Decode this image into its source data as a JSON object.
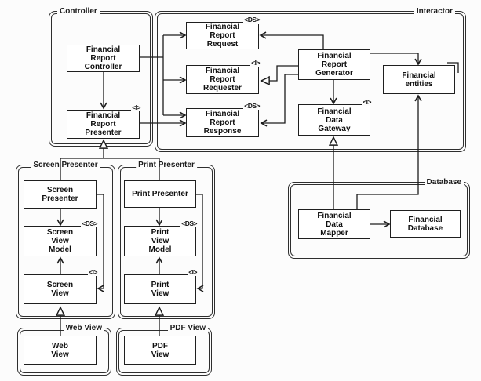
{
  "groups": {
    "controller": {
      "label": "Controller"
    },
    "interactor": {
      "label": "Interactor"
    },
    "screen_presenter": {
      "label": "Screen Presenter"
    },
    "print_presenter": {
      "label": "Print Presenter"
    },
    "web_view": {
      "label": "Web View"
    },
    "pdf_view": {
      "label": "PDF View"
    },
    "database": {
      "label": "Database"
    }
  },
  "boxes": {
    "frc": {
      "label": "Financial\nReport\nController"
    },
    "frp": {
      "label": "Financial\nReport\nPresenter",
      "stereotype": "<I>"
    },
    "freq": {
      "label": "Financial\nReport\nRequest",
      "stereotype": "<DS>"
    },
    "frqr": {
      "label": "Financial\nReport\nRequester",
      "stereotype": "<I>"
    },
    "frrs": {
      "label": "Financial\nReport\nResponse",
      "stereotype": "<DS>"
    },
    "frg": {
      "label": "Financial\nReport\nGenerator"
    },
    "fe": {
      "label": "Financial\nentities"
    },
    "fdg": {
      "label": "Financial\nData\nGateway",
      "stereotype": "<I>"
    },
    "fdm": {
      "label": "Financial\nData\nMapper"
    },
    "fdb": {
      "label": "Financial\nDatabase"
    },
    "sp": {
      "label": "Screen\nPresenter"
    },
    "svm": {
      "label": "Screen\nView\nModel",
      "stereotype": "<DS>"
    },
    "sv": {
      "label": "Screen\nView",
      "stereotype": "<I>"
    },
    "pp": {
      "label": "Print Presenter"
    },
    "pvm": {
      "label": "Print\nView\nModel",
      "stereotype": "<DS>"
    },
    "pv": {
      "label": "Print\nView",
      "stereotype": "<I>"
    },
    "wv": {
      "label": "Web\nView"
    },
    "pdv": {
      "label": "PDF\nView"
    }
  },
  "edges": [
    {
      "from": "financial-report-controller",
      "to": "financial-report-presenter",
      "type": "arrow"
    },
    {
      "from": "financial-report-controller",
      "to": "financial-report-request",
      "type": "arrow"
    },
    {
      "from": "financial-report-controller",
      "to": "financial-report-requester",
      "type": "arrow"
    },
    {
      "from": "financial-report-controller",
      "to": "financial-report-response",
      "type": "arrow"
    },
    {
      "from": "financial-report-presenter",
      "to": "financial-report-response",
      "type": "arrow"
    },
    {
      "from": "financial-report-generator",
      "to": "financial-report-request",
      "type": "arrow"
    },
    {
      "from": "financial-report-generator",
      "to": "financial-report-requester",
      "type": "realizes"
    },
    {
      "from": "financial-report-generator",
      "to": "financial-report-response",
      "type": "arrow"
    },
    {
      "from": "financial-report-generator",
      "to": "financial-entities",
      "type": "arrow"
    },
    {
      "from": "financial-report-generator",
      "to": "financial-data-gateway",
      "type": "arrow"
    },
    {
      "from": "financial-data-mapper",
      "to": "financial-data-gateway",
      "type": "realizes"
    },
    {
      "from": "financial-data-mapper",
      "to": "financial-entities",
      "type": "arrow"
    },
    {
      "from": "financial-data-mapper",
      "to": "financial-database",
      "type": "arrow"
    },
    {
      "from": "screen-presenter",
      "to": "financial-report-presenter",
      "type": "realizes"
    },
    {
      "from": "print-presenter",
      "to": "financial-report-presenter",
      "type": "realizes"
    },
    {
      "from": "screen-presenter",
      "to": "screen-view-model",
      "type": "arrow"
    },
    {
      "from": "screen-view",
      "to": "screen-view-model",
      "type": "arrow"
    },
    {
      "from": "screen-presenter",
      "to": "screen-view",
      "type": "arrow"
    },
    {
      "from": "web-view",
      "to": "screen-view",
      "type": "realizes"
    },
    {
      "from": "print-presenter",
      "to": "print-view-model",
      "type": "arrow"
    },
    {
      "from": "print-view",
      "to": "print-view-model",
      "type": "arrow"
    },
    {
      "from": "print-presenter",
      "to": "print-view",
      "type": "arrow"
    },
    {
      "from": "pdf-view",
      "to": "print-view",
      "type": "realizes"
    }
  ],
  "colors": {
    "line": "#1c1c1c",
    "background": "#fcfcfc",
    "box_fill": "#ffffff"
  }
}
